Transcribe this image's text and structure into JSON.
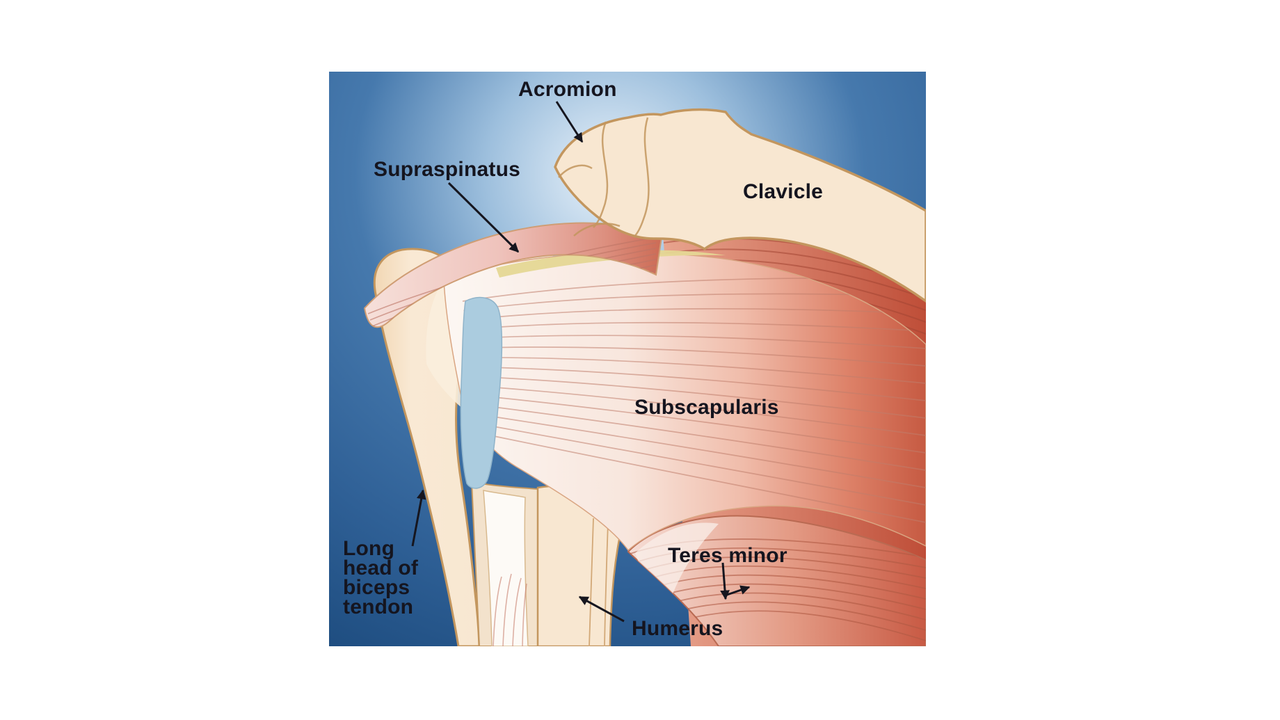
{
  "figure": {
    "type": "anatomical illustration",
    "subject": "shoulder rotator cuff (anterior view)",
    "labels": {
      "acromion": "Acromion",
      "supraspinatus": "Supraspinatus",
      "clavicle": "Clavicle",
      "subscapularis": "Subscapularis",
      "teres_minor": "Teres minor",
      "humerus": "Humerus",
      "long_head": {
        "lines": [
          "Long",
          "head of",
          "biceps",
          "tendon"
        ]
      }
    },
    "colors": {
      "background_dark_blue": "#1e4d80",
      "background_mid_blue": "#3a6fa5",
      "background_glow": "#eef5fb",
      "bone_fill": "#f8e7d1",
      "bone_outline": "#c3965e",
      "muscle_pink": "#f2cac4",
      "muscle_white": "#fbf5f1",
      "muscle_red": "#c65a42",
      "striation": "#b9705f",
      "bursa_blue": "#abccdf",
      "capsule_yellow": "#e5d795",
      "label_text": "#15151f",
      "arrow": "#16161f"
    }
  }
}
